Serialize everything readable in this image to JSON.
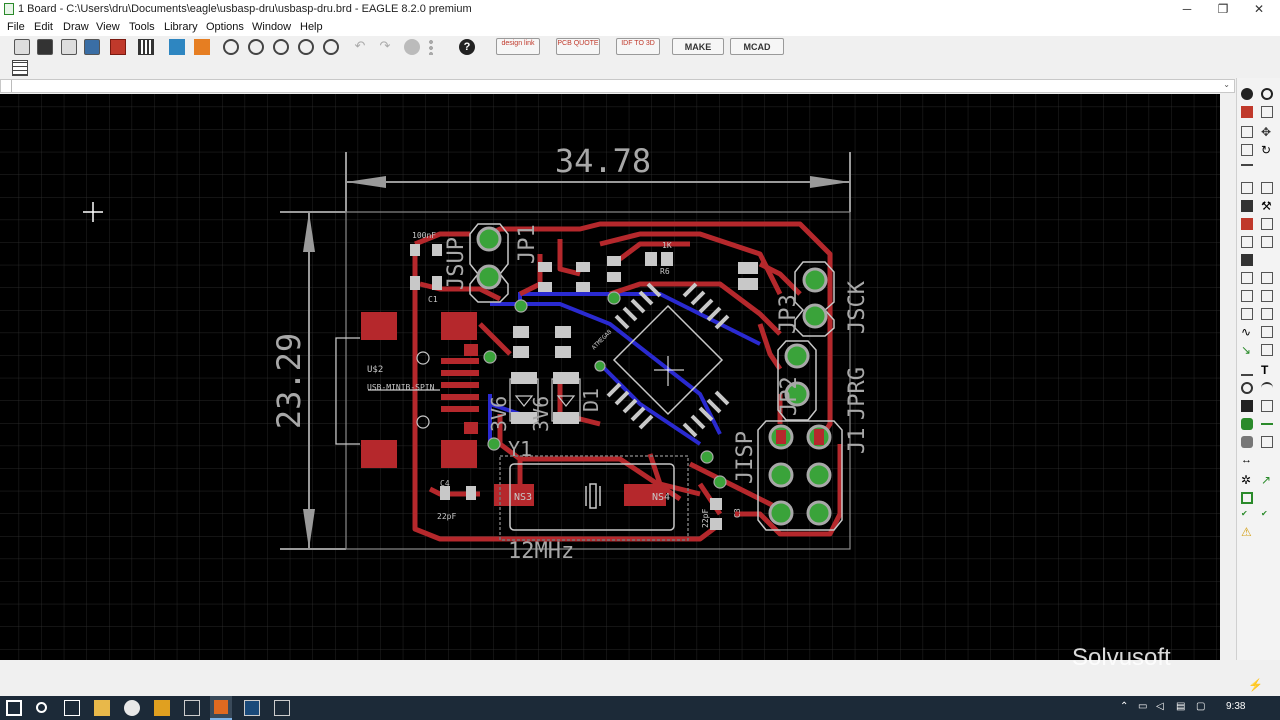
{
  "window": {
    "title": "1 Board - C:\\Users\\dru\\Documents\\eagle\\usbasp-dru\\usbasp-dru.brd - EAGLE 8.2.0 premium",
    "minimize": "─",
    "maximize": "❐",
    "close": "✕"
  },
  "menu": [
    "File",
    "Edit",
    "Draw",
    "View",
    "Tools",
    "Library",
    "Options",
    "Window",
    "Help"
  ],
  "toolbar": {
    "design_link": "design link",
    "pcb_quote": "PCB QUOTE",
    "idf_to_3d": "IDF TO 3D",
    "make": "MAKE",
    "mcad": "MCAD"
  },
  "board": {
    "dim_width": "34.78",
    "dim_height": "23.29",
    "crystal_label": "12MHz",
    "parts": {
      "jsup": "JSUP",
      "jp1": "JP1",
      "jp3": "JP3",
      "jp2": "JP2",
      "j1": "J1",
      "jprg": "JPRG",
      "jsck": "JSCK",
      "jisp": "JISP",
      "y1": "Y1",
      "d1": "D1",
      "v3a": "3V6",
      "v3b": "3V6",
      "u2": "U$2",
      "usb": "USB-MINIB-SPIN",
      "c1": "C1",
      "c1val": "100nF",
      "c4": "C4",
      "c4val": "22pF",
      "c3": "C3",
      "c3val": "22pF",
      "r6": "R6",
      "r6val": "1K",
      "ns3": "NS3",
      "ns4": "NS4",
      "mega": "ATMEGA8"
    }
  },
  "statusbar": {},
  "taskbar": {
    "time": "9:38"
  },
  "watermark": "Solvusoft",
  "colors": {
    "board_bg": "#000000",
    "top_copper": "#b5282c",
    "bottom_copper": "#2a2ad0",
    "pad_green": "#3aa33a",
    "silk": "#c8c8c8"
  }
}
